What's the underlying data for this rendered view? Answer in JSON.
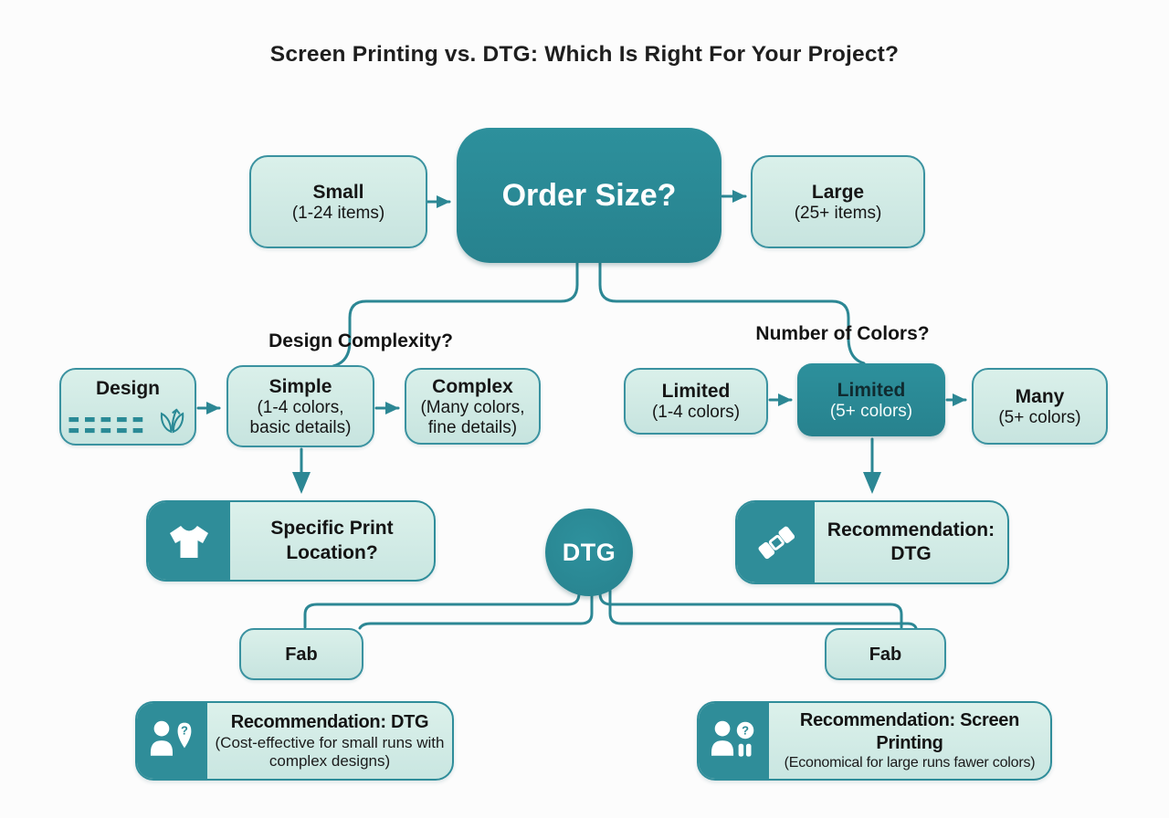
{
  "title": "Screen Printing vs. DTG: Which Is Right For Your Project?",
  "colors": {
    "teal_dark": "#2a8a96",
    "teal_light_fill": "#d3ece7",
    "teal_border": "#3a92a0",
    "connector_line": "#2c8794",
    "text": "#161616",
    "white": "#ffffff"
  },
  "glyphs": {
    "question_mark": "?"
  },
  "nodes": {
    "small": {
      "title": "Small",
      "sub": "(1-24 items)"
    },
    "order": {
      "title": "Order Size?"
    },
    "large": {
      "title": "Large",
      "sub": "(25+ items)"
    },
    "branch_left_label": "Design Complexity?",
    "branch_right_label": "Number of Colors?",
    "design": {
      "title": "Design"
    },
    "simple": {
      "title": "Simple",
      "sub1": "(1-4 colors,",
      "sub2": "basic details)"
    },
    "complex": {
      "title": "Complex",
      "sub1": "(Many colors,",
      "sub2": "fine details)"
    },
    "limited_light": {
      "title": "Limited",
      "sub": "(1-4 colors)"
    },
    "limited_dark": {
      "title": "Limited",
      "sub": "(5+ colors)"
    },
    "many": {
      "title": "Many",
      "sub": "(5+ colors)"
    },
    "specific_print": {
      "line1": "Specific Print",
      "line2": "Location?"
    },
    "dtg": {
      "label": "DTG"
    },
    "rec_dtg": {
      "line1": "Recommendation:",
      "line2": "DTG"
    },
    "fab_left": {
      "label": "Fab"
    },
    "fab_right": {
      "label": "Fab"
    },
    "rec_dtg_detail": {
      "title": "Recommendation: DTG",
      "sub1": "(Cost-effective for small runs with",
      "sub2": "complex designs)"
    },
    "rec_screen_detail": {
      "title": "Recommendation: Screen Printing",
      "sub": "(Economical for large runs fawer colors)"
    }
  },
  "icons": {
    "t_shirt": "t-shirt-icon",
    "print_roller": "print-roller-icon",
    "person_question_pin": "person-question-pin-icon",
    "person_question_badge": "person-question-badge-icon",
    "design_sprout": "design-sprout-icon",
    "dashed_lines": "dashed-lines-icon"
  }
}
